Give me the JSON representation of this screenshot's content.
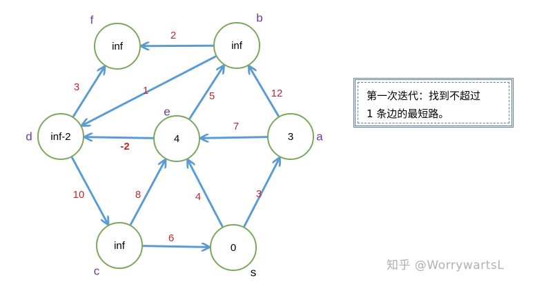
{
  "nodes": [
    {
      "id": "f",
      "name": "f",
      "value": "inf"
    },
    {
      "id": "b",
      "name": "b",
      "value": "inf"
    },
    {
      "id": "d",
      "name": "d",
      "value": "inf-2"
    },
    {
      "id": "e",
      "name": "e",
      "value": "4"
    },
    {
      "id": "a",
      "name": "a",
      "value": "3"
    },
    {
      "id": "c",
      "name": "c",
      "value": "inf"
    },
    {
      "id": "s",
      "name": "s",
      "value": "0"
    }
  ],
  "edges": [
    {
      "from": "b",
      "to": "f",
      "weight": "2"
    },
    {
      "from": "d",
      "to": "f",
      "weight": "3"
    },
    {
      "from": "b",
      "to": "d",
      "weight": "1"
    },
    {
      "from": "e",
      "to": "b",
      "weight": "5"
    },
    {
      "from": "a",
      "to": "b",
      "weight": "12"
    },
    {
      "from": "a",
      "to": "e",
      "weight": "7"
    },
    {
      "from": "e",
      "to": "d",
      "weight": "-2"
    },
    {
      "from": "d",
      "to": "c",
      "weight": "10"
    },
    {
      "from": "c",
      "to": "e",
      "weight": "8"
    },
    {
      "from": "s",
      "to": "e",
      "weight": "4"
    },
    {
      "from": "s",
      "to": "a",
      "weight": "3"
    },
    {
      "from": "c",
      "to": "s",
      "weight": "6"
    }
  ],
  "note": {
    "line1": "第一次迭代：找到不超过",
    "line2": "1 条边的最短路。"
  },
  "watermark": "知乎 @WorrywartsL",
  "colors": {
    "node_stroke": "#7aa85a",
    "edge": "#5b9bd5",
    "weight": "#c0282c",
    "node_name": "#6a3d9a"
  }
}
